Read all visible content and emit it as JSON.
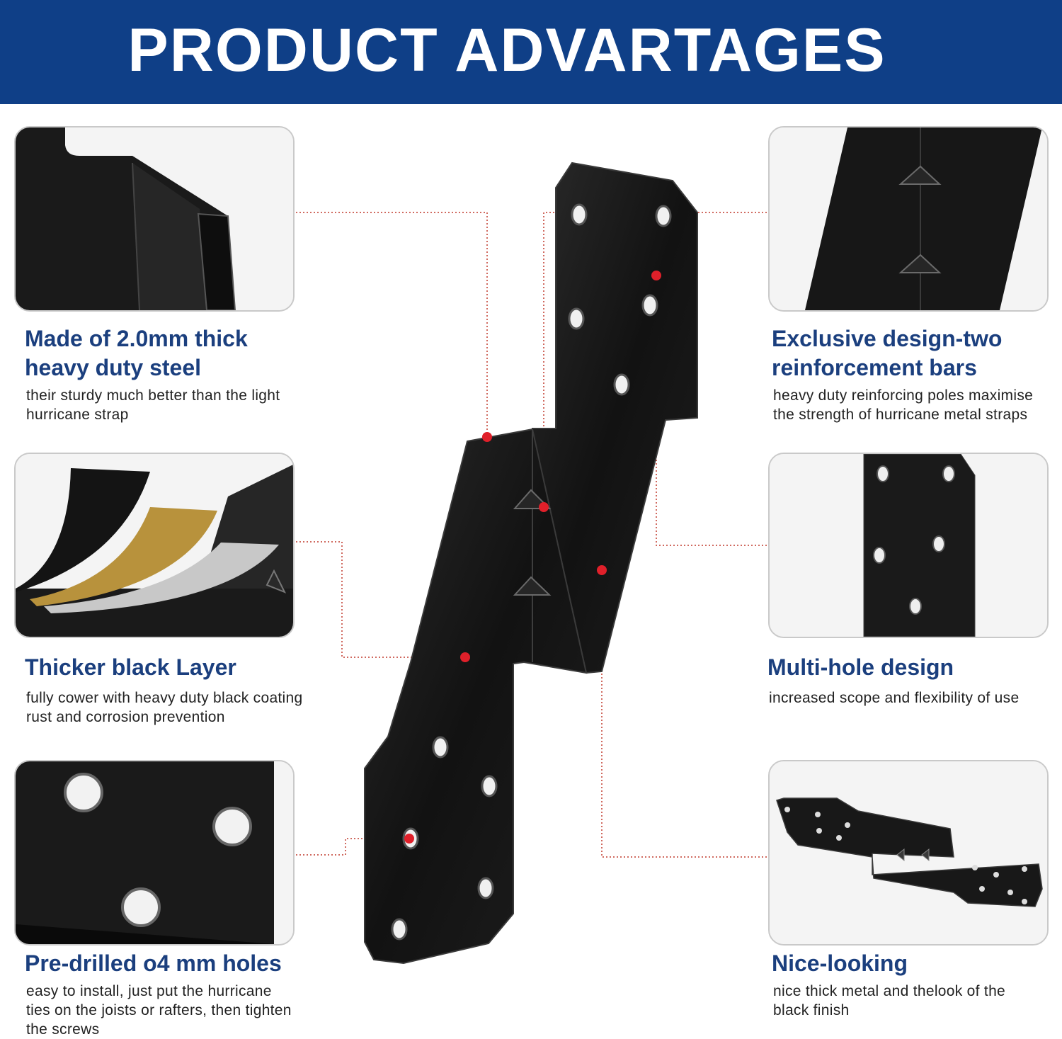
{
  "banner": {
    "title": "PRODUCT ADVARTAGES"
  },
  "features": {
    "steel": {
      "title_line1": "Made of 2.0mm thick",
      "title_line2": "heavy duty steel",
      "desc_line1": "their sturdy much better than the light",
      "desc_line2": "hurricane strap"
    },
    "layer": {
      "title": "Thicker black Layer",
      "desc_line1": "fully cower with heavy duty black coating",
      "desc_line2": "rust and corrosion prevention"
    },
    "holes": {
      "title": "Pre-drilled o4 mm holes",
      "desc_line1": "easy to install, just put the hurricane",
      "desc_line2": "ties on the joists or rafters, then tighten",
      "desc_line3": "the screws"
    },
    "bars": {
      "title_line1": "Exclusive design-two",
      "title_line2": "reinforcement bars",
      "desc_line1": "heavy duty reinforcing poles maximise",
      "desc_line2": "the strength of hurricane metal straps"
    },
    "multihole": {
      "title": "Multi-hole design",
      "desc_line1": "increased scope and flexibility of use"
    },
    "nice": {
      "title": "Nice-looking",
      "desc_line1": "nice thick metal and thelook of the",
      "desc_line2": "black finish"
    }
  },
  "colors": {
    "banner": "#0f3f87",
    "title_text": "#1b3f7e",
    "callout_dot": "#e0202a",
    "steel": "#141414",
    "gold_layer": "#b8923c",
    "silver_layer": "#c8c8c8"
  }
}
